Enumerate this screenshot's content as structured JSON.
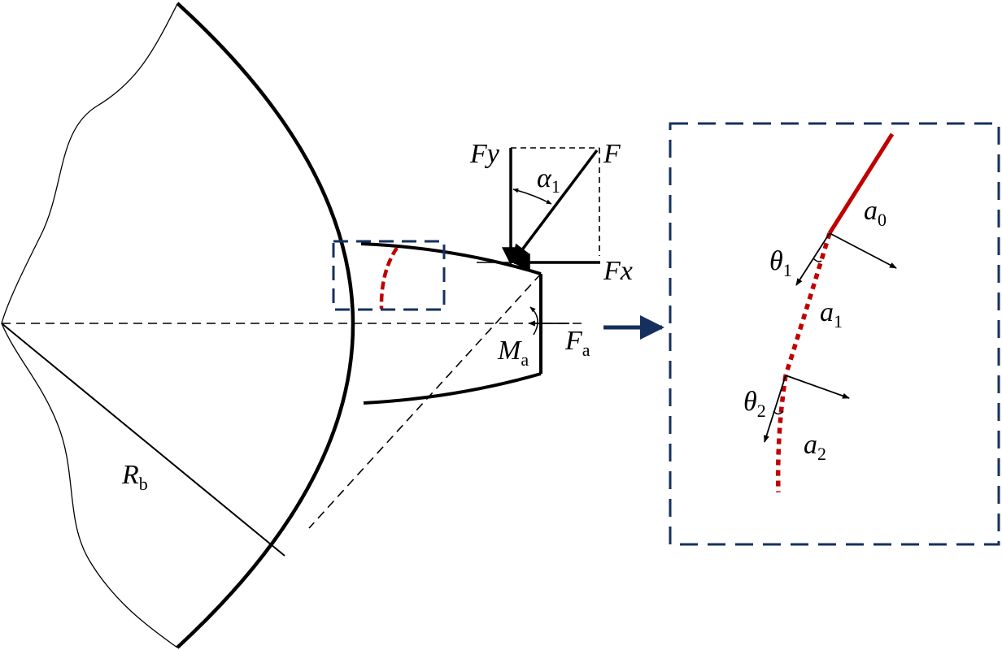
{
  "labels": {
    "F": {
      "main": "F",
      "sub": ""
    },
    "Fy": {
      "main": "Fy",
      "sub": ""
    },
    "Fx": {
      "main": "Fx",
      "sub": ""
    },
    "alpha": {
      "main": "α",
      "sub": "1"
    },
    "Ma": {
      "main": "M",
      "sub": "a"
    },
    "Fa": {
      "main": "F",
      "sub": "a"
    },
    "Rb": {
      "main": "R",
      "sub": "b"
    },
    "theta1": {
      "main": "θ",
      "sub": "1"
    },
    "theta2": {
      "main": "θ",
      "sub": "2"
    },
    "a0": {
      "main": "a",
      "sub": "0"
    },
    "a1": {
      "main": "a",
      "sub": "1"
    },
    "a2": {
      "main": "a",
      "sub": "2"
    }
  },
  "colors": {
    "line": "#000000",
    "crack": "#c00000",
    "frame": "#15305e",
    "arrow": "#15305e"
  }
}
